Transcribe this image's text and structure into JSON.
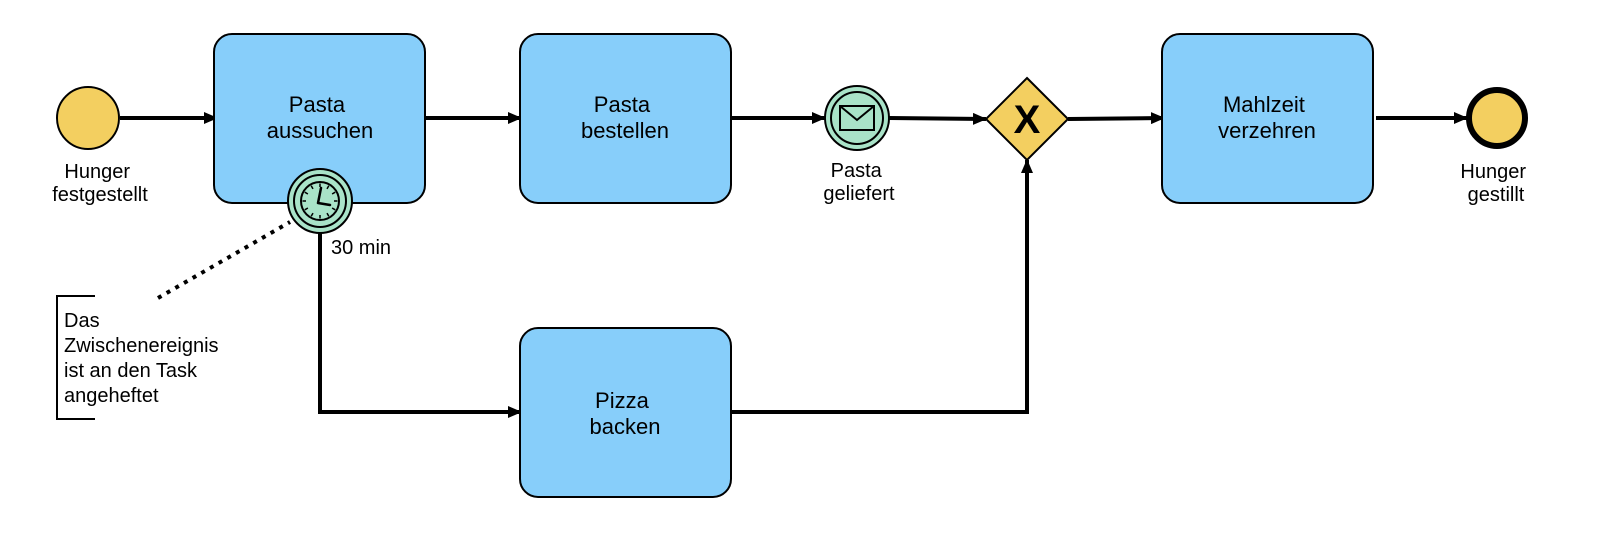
{
  "events": {
    "start": {
      "lines": [
        "Hunger",
        "festgestellt"
      ]
    },
    "message": {
      "lines": [
        "Pasta",
        "geliefert"
      ]
    },
    "end": {
      "lines": [
        "Hunger",
        "gestillt"
      ]
    },
    "timer": {
      "label": "30 min"
    }
  },
  "tasks": {
    "pasta_aussuchen": {
      "lines": [
        "Pasta",
        "aussuchen"
      ]
    },
    "pasta_bestellen": {
      "lines": [
        "Pasta",
        "bestellen"
      ]
    },
    "mahlzeit_verzehren": {
      "lines": [
        "Mahlzeit",
        "verzehren"
      ]
    },
    "pizza_backen": {
      "lines": [
        "Pizza",
        "backen"
      ]
    }
  },
  "gateway": {
    "symbol": "X"
  },
  "annotation": {
    "lines": [
      "Das",
      "Zwischenereignis",
      "ist an den Task",
      "angeheftet"
    ]
  },
  "colors": {
    "task_fill": "#87CEFA",
    "event_fill": "#F3CF60",
    "intermediate_fill": "#A9E3C8",
    "gateway_fill": "#F3CF60",
    "stroke": "#000000"
  }
}
